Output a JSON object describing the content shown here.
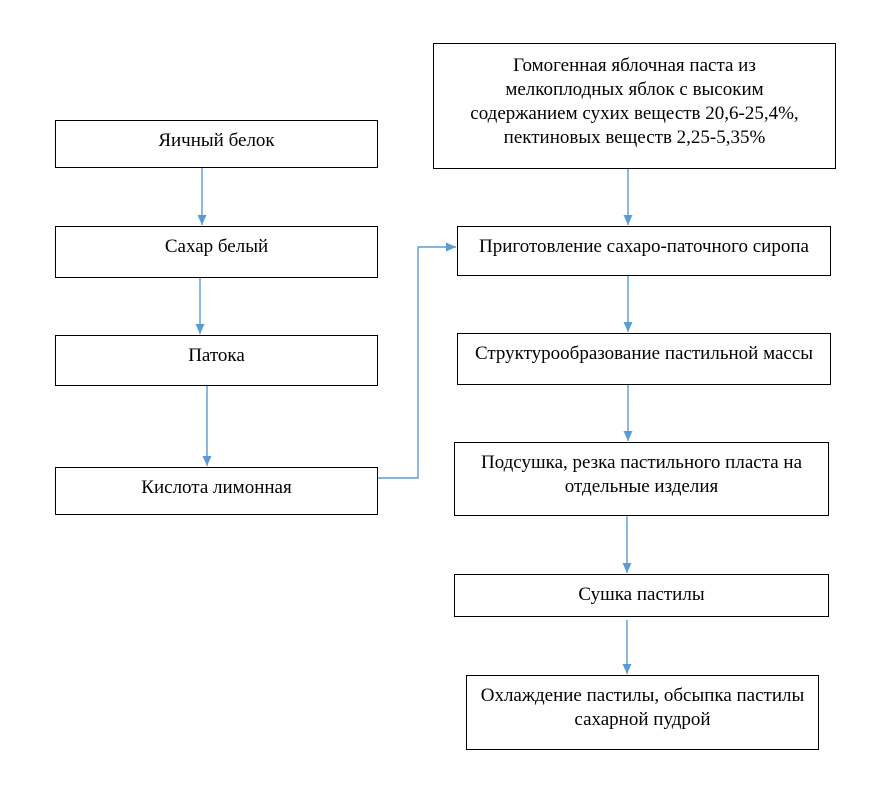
{
  "diagram": {
    "title": "Pastila production flowchart",
    "colors": {
      "arrow": "#5b9bd5",
      "box_border": "#000000",
      "box_fill": "#ffffff",
      "text": "#000000"
    },
    "nodes": {
      "egg_white": "Яичный белок",
      "white_sugar": "Сахар белый",
      "molasses": "Патока",
      "citric_acid": "Кислота лимонная",
      "apple_paste": "Гомогенная яблочная паста из\nмелкоплодных яблок с высоким\nсодержанием сухих веществ 20,6-25,4%,\nпектиновых веществ 2,25-5,35%",
      "syrup_preparation": "Приготовление сахаро-паточного сиропа",
      "structure_formation": "Структурообразование пастильной массы",
      "predrying_cutting": "Подсушка, резка пастильного пласта на\nотдельные изделия",
      "pastila_drying": "Сушка пастилы",
      "cooling_dusting": "Охлаждение пастилы, обсыпка пастилы\nсахарной пудрой"
    }
  }
}
